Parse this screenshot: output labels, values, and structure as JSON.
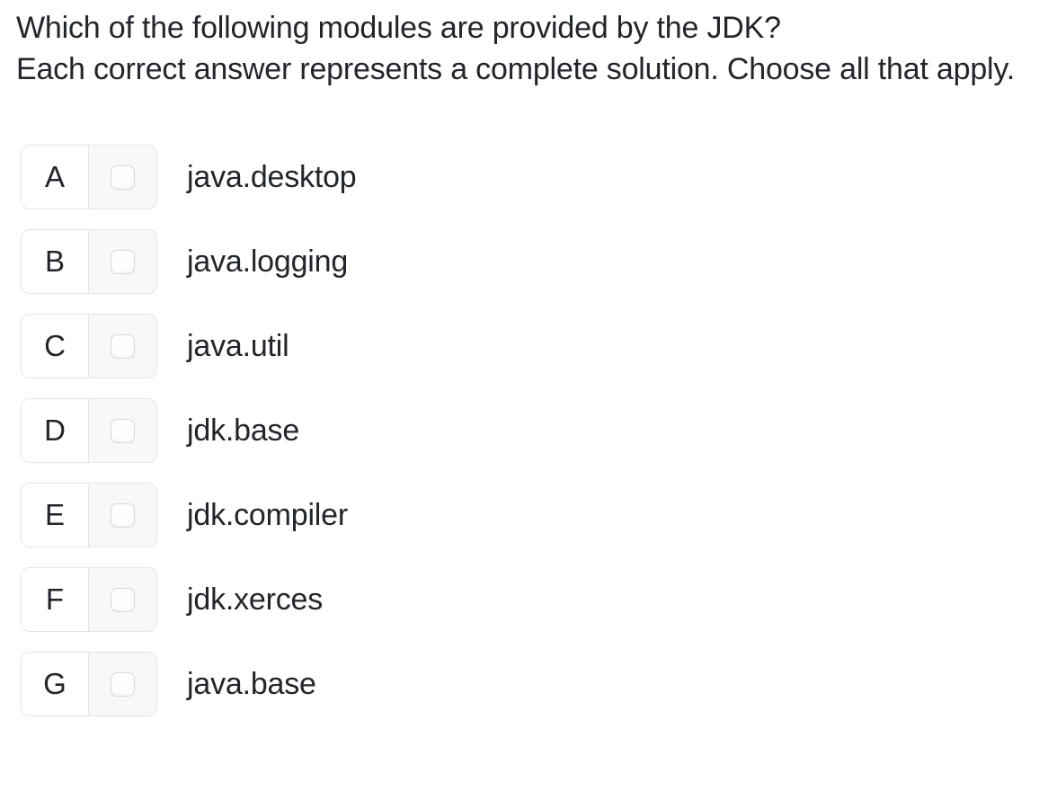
{
  "question": {
    "line1": "Which of the following modules are provided by the JDK?",
    "line2": "Each correct answer represents a complete solution. Choose all that apply."
  },
  "options": [
    {
      "letter": "A",
      "label": "java.desktop",
      "checked": false
    },
    {
      "letter": "B",
      "label": "java.logging",
      "checked": false
    },
    {
      "letter": "C",
      "label": "java.util",
      "checked": false
    },
    {
      "letter": "D",
      "label": "jdk.base",
      "checked": false
    },
    {
      "letter": "E",
      "label": "jdk.compiler",
      "checked": false
    },
    {
      "letter": "F",
      "label": "jdk.xerces",
      "checked": false
    },
    {
      "letter": "G",
      "label": "java.base",
      "checked": false
    }
  ],
  "colors": {
    "text": "#21262c",
    "box_border": "#e3e5e8",
    "checkbox_cell_background": "#f7f8f9",
    "checkbox_border": "#d5d8dc",
    "page_background": "#ffffff"
  }
}
